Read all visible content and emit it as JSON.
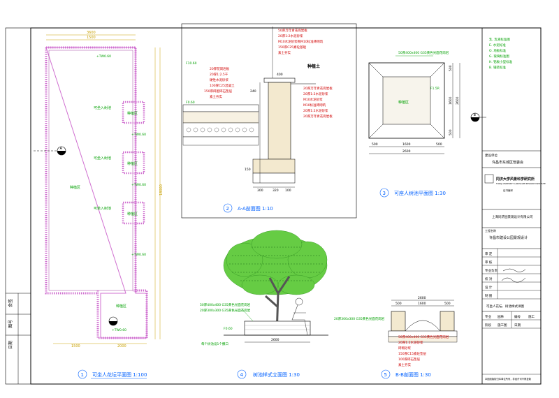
{
  "plans": {
    "p1": {
      "num": "1",
      "title": "可坐人花坛平面图  1:100"
    },
    "p2": {
      "num": "2",
      "title": "A-A剖面图  1:10"
    },
    "p3": {
      "num": "3",
      "title": "可座人树池平面图  1:30"
    },
    "p4": {
      "num": "4",
      "title": "树池样式立面图  1:30"
    },
    "p5": {
      "num": "5",
      "title": "B-B剖面图  1:30"
    }
  },
  "plan1": {
    "top_dim": "3600",
    "top_dim2": "1500",
    "right_dim": "18000",
    "tw_top": "+TW0.60",
    "tw_labels": [
      "+TW0.60",
      "+TW0.60",
      "+TW0.60",
      "+TW0.60"
    ],
    "planter_labels": [
      "种植区",
      "种植区",
      "种植区"
    ],
    "seat_labels": [
      "可坐入树池",
      "可坐入树池",
      "可坐入树池"
    ],
    "big_area": "种植区",
    "bottom_area": "种植区",
    "bottom_dims": [
      "1500",
      "2000"
    ],
    "section_a": "A"
  },
  "section_aa": {
    "top_notes": [
      "50厚万年青花岗岩板",
      "20厚1:2水泥砂浆",
      "M10水泥砂浆砌M10标准砖砌筑",
      "150厚C25素砼基础",
      "素土夯实"
    ],
    "left_notes": [
      "20厚花岗岩板",
      "20厚1:2.5干",
      "硬性水泥砂浆",
      "100厚C25混凝土",
      "150厚碎配碎石垫层",
      "素土夯实"
    ],
    "right_notes": [
      "20厚万年青花岗岩板",
      "20厚1:2水泥砂浆",
      "M10水泥砂浆",
      "M10标准砖砌筑",
      "20厚1:2水泥砂浆",
      "20厚万年青花岗岩板"
    ],
    "label_soil": "种植土",
    "dims": [
      "400",
      "240",
      "150",
      "300",
      "320",
      "100"
    ],
    "elev_top": "F10.60",
    "elev_mid": "F0.60"
  },
  "plan3": {
    "top_note": "50厚400x400 G35黄色光面花岗岩",
    "center": "种植区",
    "dims_bottom": [
      "500",
      "1600",
      "500"
    ],
    "dim_total": "2600",
    "dims_right": [
      "500",
      "1600",
      "500"
    ],
    "dim_right_total": "2600",
    "section_b": "B",
    "elev": "F1.5R"
  },
  "elevation4": {
    "note1": "50厚400x400 G35黄色光面花岗岩",
    "note2": "20厚300x300 G35黄色光面花岗岩",
    "note3": "每个树池设1个撒口",
    "dim": "2600",
    "elev": "F0.60"
  },
  "section_bb": {
    "top_dims": [
      "2600",
      "500",
      "1600",
      "500"
    ],
    "note_left": "20厚300x300 G35黄色光面花岗岩",
    "notes": [
      "50厚400x400 G35黄色光面花岗岩",
      "20厚1:2水泥砂浆",
      "砖砌砂浆",
      "150厚C15素砼垫层",
      "100厚碎石垫层",
      "素土夯实"
    ]
  },
  "legend": {
    "items": [
      "乳.  乳液标准图",
      "E.  水泥标准",
      "O.  地板标准",
      "G.  玻璃标准图",
      "H.  铝板小型标准",
      "B.  铺装标准"
    ]
  },
  "titleblock": {
    "project_owner_label": "建设单位",
    "project_owner": "许昌市东城区管委会",
    "firm": "同济大学风景科学研究所",
    "firm_en": "TONGJI UNIVERSITY LANDSCAPE RESEARCH INSTITUTE",
    "cert": "证书编号",
    "sub_firm": "上海同济园景观设计有限公司",
    "project_label": "工程名称",
    "project": "许昌市建设公园景观设计",
    "rows": [
      {
        "k": "审  定",
        "v": ""
      },
      {
        "k": "审  核",
        "v": ""
      },
      {
        "k": "专业负责",
        "v": ""
      },
      {
        "k": "校  对",
        "v": ""
      },
      {
        "k": "设  计",
        "v": ""
      },
      {
        "k": "制  图",
        "v": ""
      }
    ],
    "sheet_title": "可坐人花坛、树池样式详图",
    "bottom_rows": [
      {
        "k": "专业",
        "v": "园林"
      },
      {
        "k": "阶段",
        "v": "施工图"
      }
    ],
    "bottom_right": [
      {
        "k": "编号",
        "v": "施工"
      },
      {
        "k": "日期",
        "v": ""
      }
    ],
    "footer": "本图纸版权归本单位所有，非经许可不得复制"
  },
  "left_strip": [
    "会签",
    "图号",
    "日期"
  ]
}
